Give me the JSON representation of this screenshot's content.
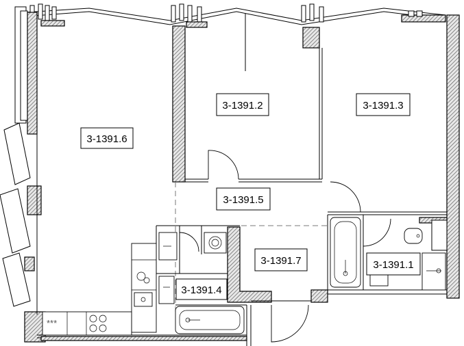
{
  "rooms": [
    {
      "id": "3-1391.6",
      "label": "3-1391.6"
    },
    {
      "id": "3-1391.2",
      "label": "3-1391.2"
    },
    {
      "id": "3-1391.3",
      "label": "3-1391.3"
    },
    {
      "id": "3-1391.5",
      "label": "3-1391.5"
    },
    {
      "id": "3-1391.7",
      "label": "3-1391.7"
    },
    {
      "id": "3-1391.4",
      "label": "3-1391.4"
    },
    {
      "id": "3-1391.1",
      "label": "3-1391.1"
    }
  ],
  "cooktop_label": "***",
  "colors": {
    "wall": "#000000",
    "hatch": "#555555",
    "background": "#ffffff"
  }
}
